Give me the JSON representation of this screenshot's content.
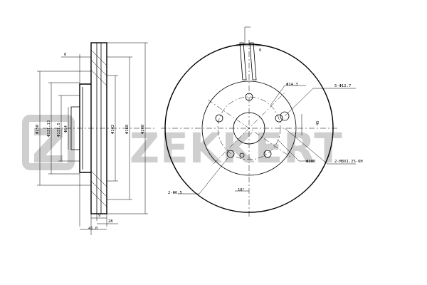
{
  "brand": {
    "name": "ZEKKERT",
    "logo_color": "#cfcfcf"
  },
  "side_view": {
    "dim_top_6": "6",
    "dim_phi_outer_left": "Φ150",
    "dim_phi_hub_a": "Φ131.13",
    "dim_phi_hub_b": "Φ131.5",
    "dim_phi_bore": "Φ64",
    "dim_phi_mid": "Φ142",
    "dim_phi_inner": "Φ168",
    "dim_phi_outer": "Φ280",
    "dim_bottom_9": "9",
    "dim_bottom_28": "28",
    "dim_bottom_41": "41.0"
  },
  "front_view": {
    "dim_slot_6": "6",
    "dim_slot_14": "Φ14.3",
    "label_5_holes": "5-Φ12.7",
    "dim_45": "45",
    "dim_100": "Φ100",
    "label_m8": "2-M8X1.25-6H",
    "label_2_phi": "2-Φ6.5",
    "dim_angle": "18°"
  }
}
